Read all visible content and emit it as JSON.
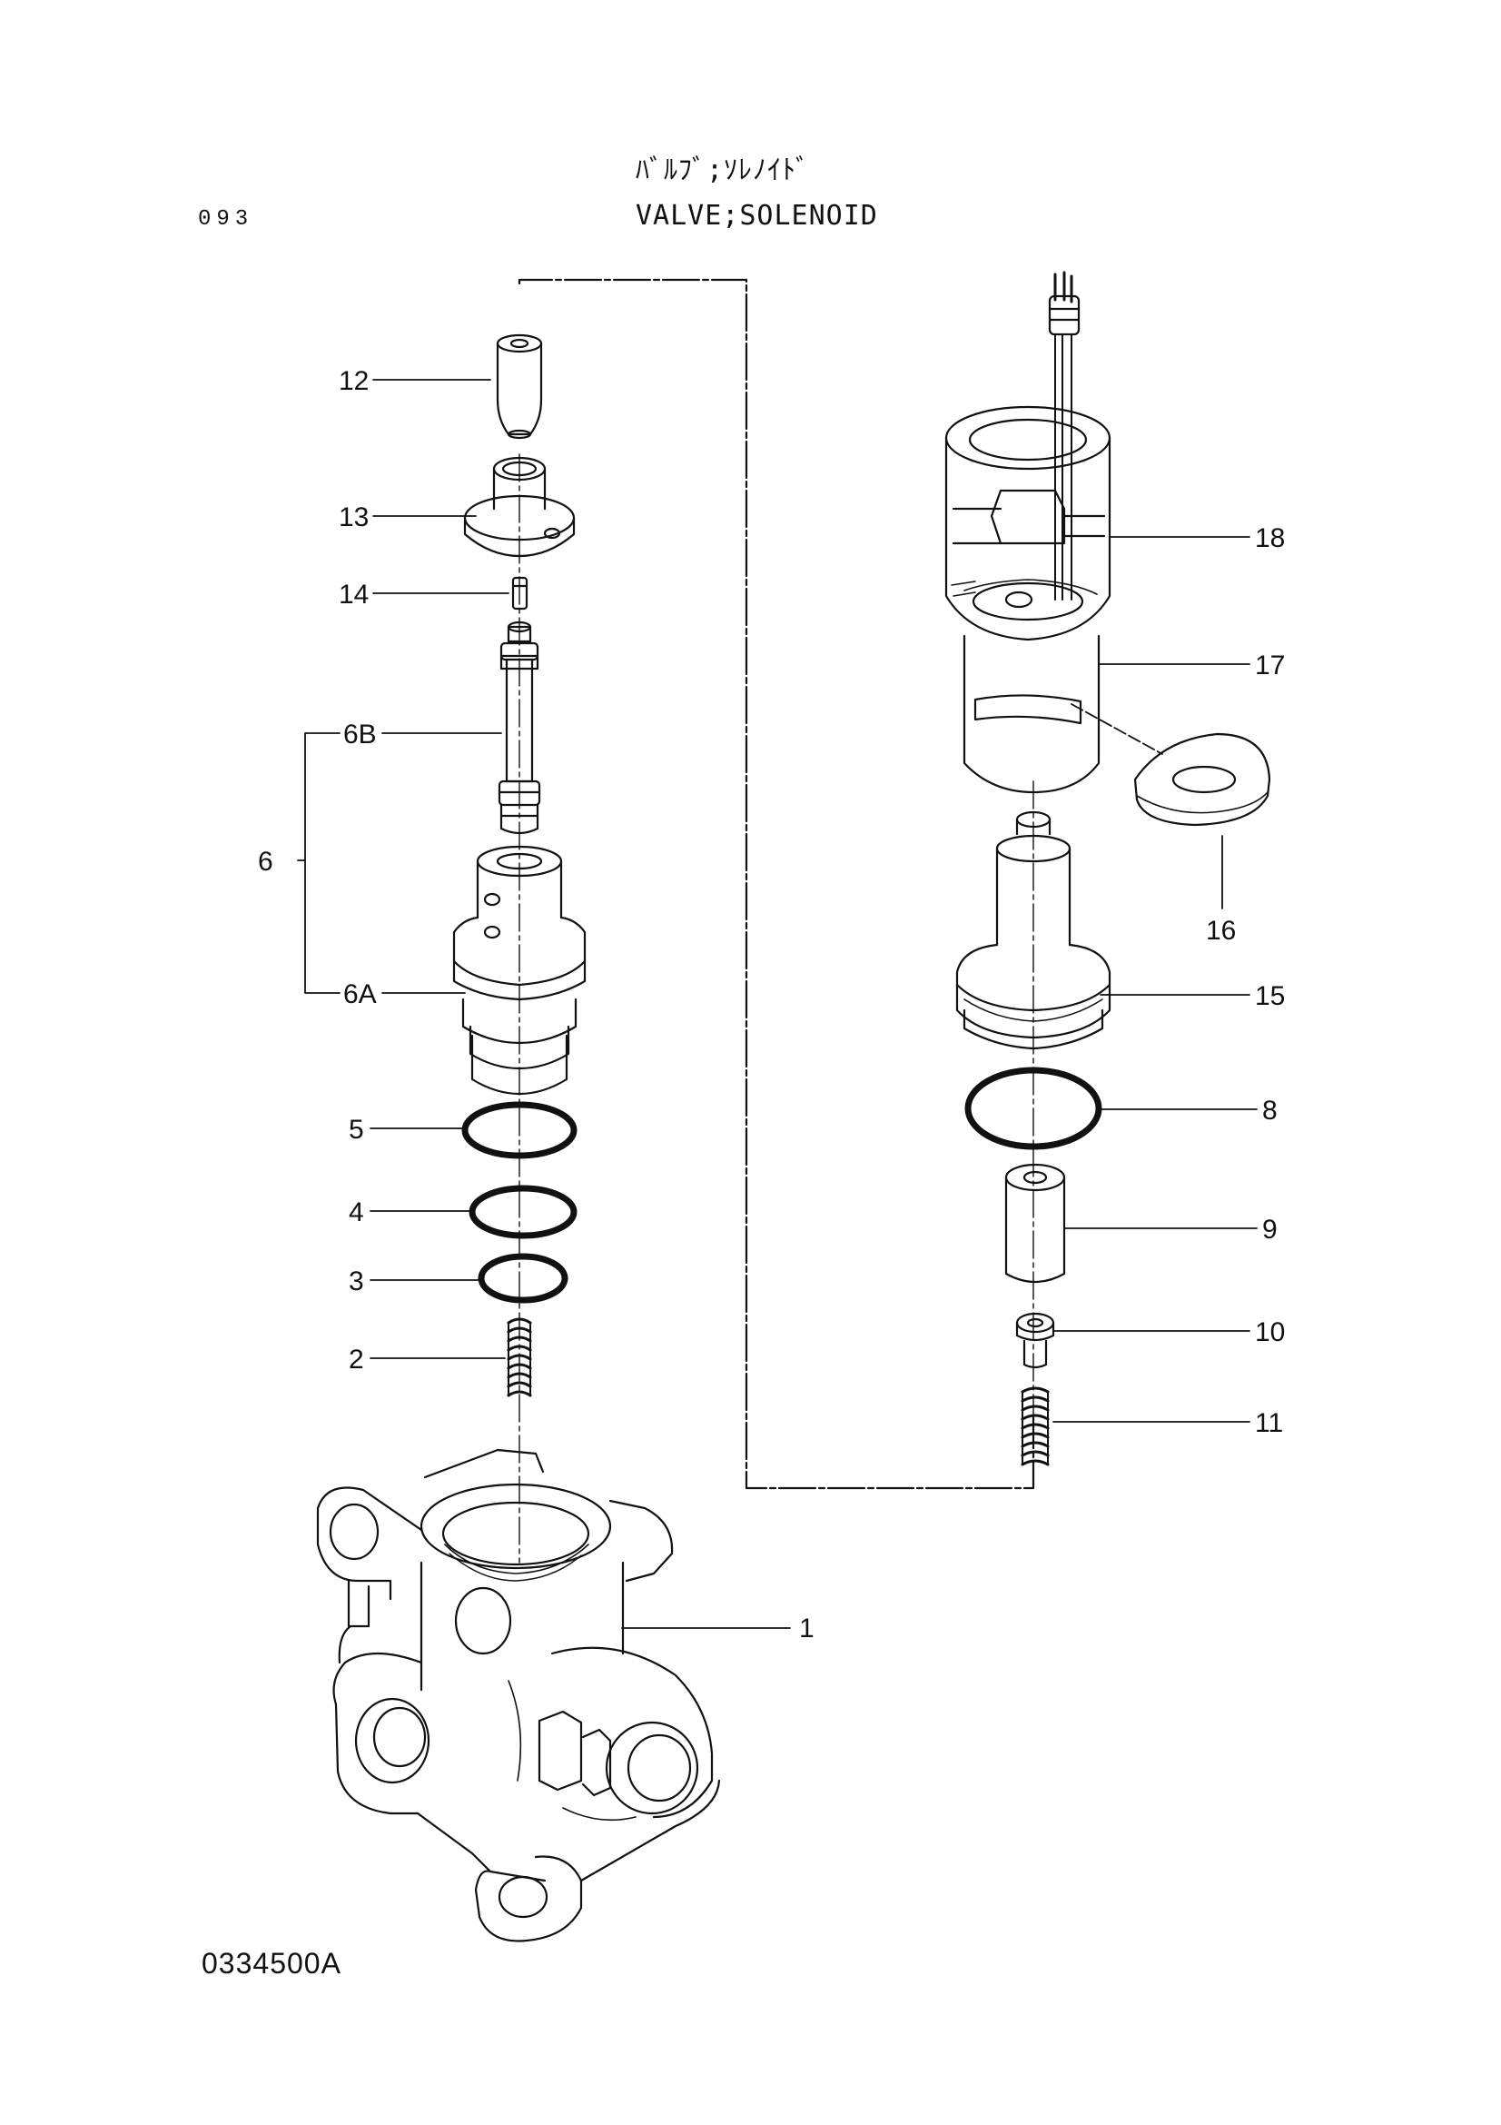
{
  "header": {
    "title_jp": "ﾊﾞﾙﾌﾞ;ｿﾚﾉｲﾄﾞ",
    "title_en": "VALVE;SOLENOID",
    "page_number": "093"
  },
  "drawing_code": "0334500A",
  "callouts": [
    {
      "id": "12",
      "label": "12"
    },
    {
      "id": "13",
      "label": "13"
    },
    {
      "id": "14",
      "label": "14"
    },
    {
      "id": "6B",
      "label": "6B"
    },
    {
      "id": "6",
      "label": "6"
    },
    {
      "id": "6A",
      "label": "6A"
    },
    {
      "id": "5",
      "label": "5"
    },
    {
      "id": "4",
      "label": "4"
    },
    {
      "id": "3",
      "label": "3"
    },
    {
      "id": "2",
      "label": "2"
    },
    {
      "id": "1",
      "label": "1"
    },
    {
      "id": "18",
      "label": "18"
    },
    {
      "id": "17",
      "label": "17"
    },
    {
      "id": "16",
      "label": "16"
    },
    {
      "id": "15",
      "label": "15"
    },
    {
      "id": "8",
      "label": "8"
    },
    {
      "id": "9",
      "label": "9"
    },
    {
      "id": "10",
      "label": "10"
    },
    {
      "id": "11",
      "label": "11"
    }
  ]
}
